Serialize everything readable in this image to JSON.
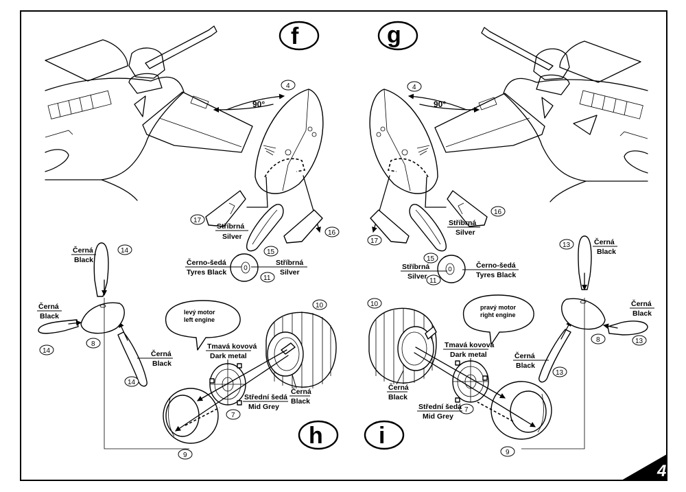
{
  "steps": [
    {
      "key": "f",
      "label": "f"
    },
    {
      "key": "g",
      "label": "g"
    },
    {
      "key": "h",
      "label": "h"
    },
    {
      "key": "i",
      "label": "i"
    }
  ],
  "page_number": "4",
  "angles": {
    "f": "90°",
    "g": "90°"
  },
  "bubbles": {
    "h": {
      "cz": "levý motor",
      "en": "left engine"
    },
    "i": {
      "cz": "pravý motor",
      "en": "right engine"
    }
  },
  "part_numbers": {
    "f": {
      "door": "4",
      "wing_part": "17",
      "strut": "15",
      "fairing": "16",
      "wheel": "11"
    },
    "g": {
      "door": "4",
      "wing_part": "16",
      "strut": "15",
      "fairing": "17",
      "wheel": "11"
    },
    "h": {
      "blade_top": "14",
      "blade_left": "14",
      "blade_bottom": "14",
      "spinner": "8",
      "cowling_ring": "9",
      "cowling": "10",
      "fan": "7"
    },
    "i": {
      "blade_top": "13",
      "blade_right": "13",
      "blade_bottom": "13",
      "spinner": "8",
      "cowling_ring": "9",
      "cowling": "10",
      "fan": "7"
    }
  },
  "color_callouts": {
    "f_strut": {
      "cz": "Stříbrná",
      "en": "Silver"
    },
    "f_tyre": {
      "cz": "Černo-šedá",
      "en": "Tyres Black"
    },
    "f_hub": {
      "cz": "Stříbrná",
      "en": "Silver"
    },
    "g_strut": {
      "cz": "Stříbrná",
      "en": "Silver"
    },
    "g_hub": {
      "cz": "Stříbrná",
      "en": "Silver"
    },
    "g_tyre": {
      "cz": "Černo-šedá",
      "en": "Tyres Black"
    },
    "h_blade_top": {
      "cz": "Černá",
      "en": "Black"
    },
    "h_blade_left": {
      "cz": "Černá",
      "en": "Black"
    },
    "h_blade_bottom": {
      "cz": "Černá",
      "en": "Black"
    },
    "h_fan": {
      "cz": "Tmavá kovová",
      "en": "Dark metal"
    },
    "h_mid": {
      "cz": "Střední šedá",
      "en": "Mid Grey"
    },
    "h_cowl": {
      "cz": "Černá",
      "en": "Black"
    },
    "i_blade_top": {
      "cz": "Černá",
      "en": "Black"
    },
    "i_blade_right": {
      "cz": "Černá",
      "en": "Black"
    },
    "i_blade_bottom": {
      "cz": "Černá",
      "en": "Black"
    },
    "i_fan": {
      "cz": "Tmavá kovová",
      "en": "Dark metal"
    },
    "i_mid": {
      "cz": "Střední šedá",
      "en": "Mid Grey"
    },
    "i_cowl": {
      "cz": "Černá",
      "en": "Black"
    }
  }
}
